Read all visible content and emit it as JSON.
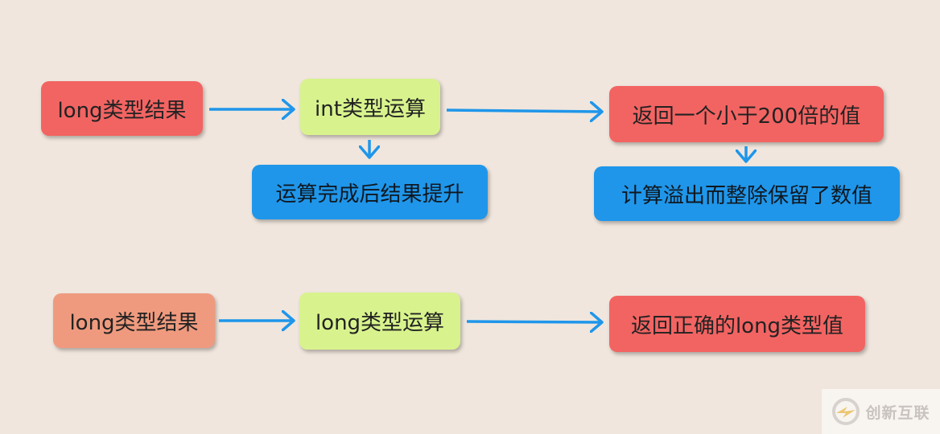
{
  "nodes": {
    "n1": "long类型结果",
    "n2": "int类型运算",
    "n3": "返回一个小于200倍的值",
    "n4": "运算完成后结果提升",
    "n5": "计算溢出而整除保留了数值",
    "n6": "long类型结果",
    "n7": "long类型运算",
    "n8": "返回正确的long类型值"
  },
  "watermark": {
    "text": "创新互联"
  },
  "colors": {
    "red": "#f26462",
    "green": "#d8f38d",
    "blue": "#1f96ea",
    "salmon": "#ef9a7e",
    "arrow": "#1f96ea",
    "background": "#f0e6dd"
  }
}
